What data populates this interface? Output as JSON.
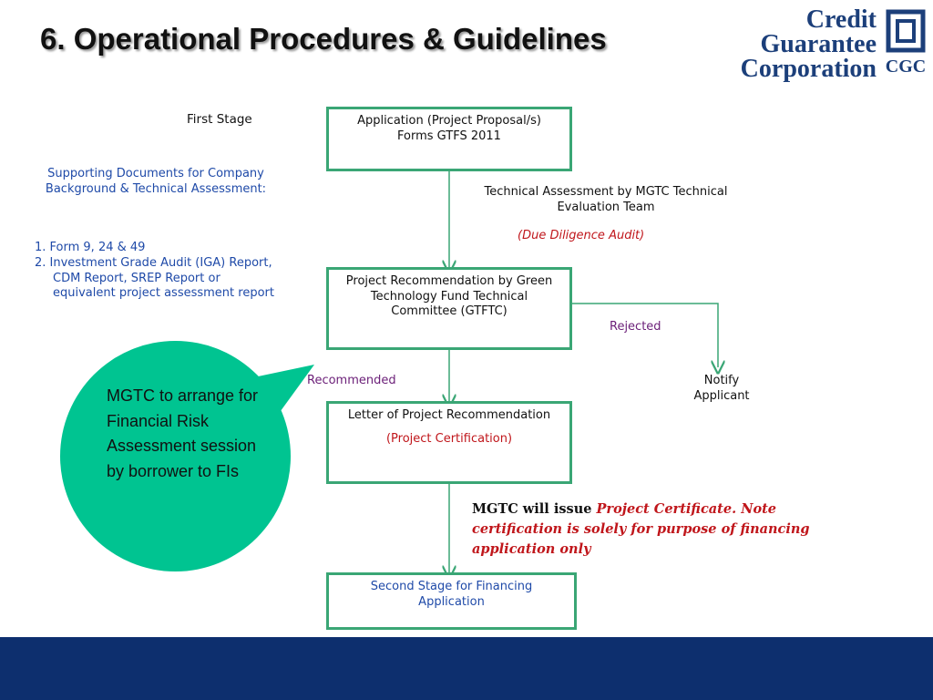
{
  "title": "6.  Operational Procedures & Guidelines",
  "logo": {
    "line1": "Credit",
    "line2": "Guarantee",
    "line3": "Corporation",
    "abbr": "CGC",
    "icon": "cgc-square-logo",
    "color": "#1c3f7a"
  },
  "first_stage_label": "First Stage",
  "supporting_docs": {
    "heading": "Supporting Documents for Company Background & Technical Assessment:",
    "items": [
      "1. Form 9, 24 & 49",
      "2. Investment Grade Audit (IGA) Report,  CDM Report, SREP Report or equivalent project assessment report"
    ]
  },
  "boxes": {
    "application": "Application (Project Proposal/s) Forms GTFS 2011",
    "recommendation": "Project Recommendation by Green Technology Fund Technical Committee (GTFTC)",
    "letter": "Letter of Project Recommendation",
    "letter_note": "(Project Certification)",
    "second_stage": "Second Stage for Financing Application"
  },
  "technical_assessment": "Technical Assessment by MGTC Technical Evaluation Team",
  "due_diligence": "(Due Diligence Audit)",
  "rejected": "Rejected",
  "notify": "Notify Applicant",
  "recommended": "Recommended",
  "mgtc_issue": {
    "prefix": "MGTC will issue ",
    "highlight": "Project Certificate. Note certification is solely for purpose of financing application only"
  },
  "bubble_text": "MGTC to arrange for Financial Risk Assessment session by borrower to FIs",
  "colors": {
    "box_border": "#3aa675",
    "bubble": "#00c491",
    "footer": "#0d2f6e",
    "red": "#c0161b",
    "purple": "#6b1f78",
    "blue": "#1f4aa8"
  }
}
